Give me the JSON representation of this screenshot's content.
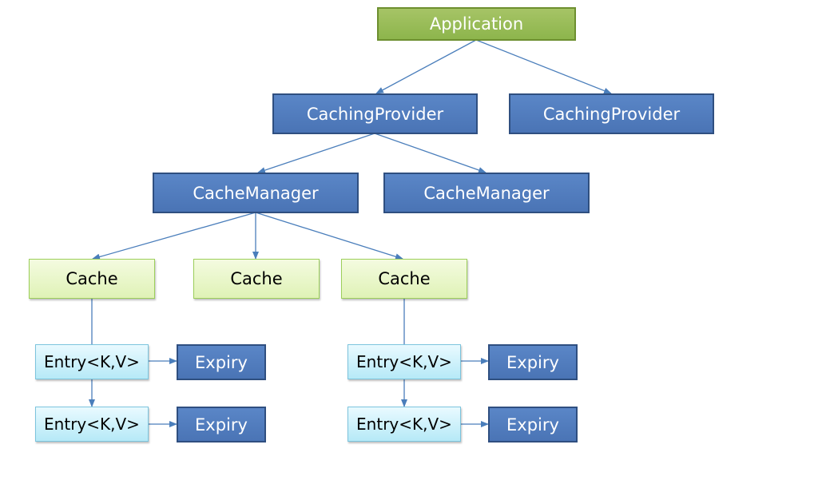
{
  "colors": {
    "application": "#9bbb59",
    "blue_node": "#4f81bd",
    "cache_node": "#e9f7c8",
    "entry_node": "#cdf1fb",
    "link": "#4a7ebb"
  },
  "nodes": {
    "application": "Application",
    "caching_provider_1": "CachingProvider",
    "caching_provider_2": "CachingProvider",
    "cache_manager_1": "CacheManager",
    "cache_manager_2": "CacheManager",
    "cache_1": "Cache",
    "cache_2": "Cache",
    "cache_3": "Cache",
    "entry_1a": "Entry<K,V>",
    "entry_1b": "Entry<K,V>",
    "entry_3a": "Entry<K,V>",
    "entry_3b": "Entry<K,V>",
    "expiry_1a": "Expiry",
    "expiry_1b": "Expiry",
    "expiry_3a": "Expiry",
    "expiry_3b": "Expiry"
  }
}
